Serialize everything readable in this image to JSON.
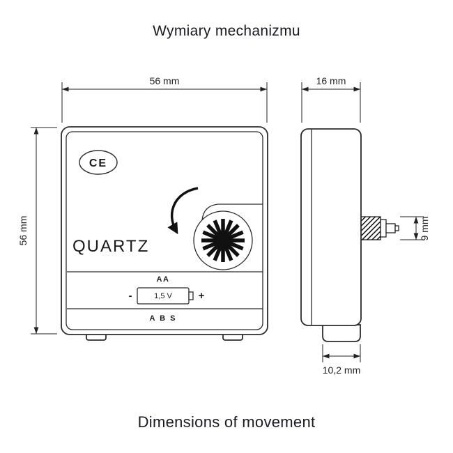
{
  "titles": {
    "top": "Wymiary mechanizmu",
    "bottom": "Dimensions of movement"
  },
  "dims": {
    "front_width": "56 mm",
    "front_height": "56 mm",
    "side_depth": "16 mm",
    "shaft_height": "9 mm",
    "base_depth": "10,2 mm"
  },
  "front": {
    "ce": "CE",
    "brand": "QUARTZ",
    "battery_type": "AA",
    "battery_voltage": "1,5 V",
    "minus": "-",
    "plus": "+",
    "material": "A B S"
  },
  "colors": {
    "line": "#2b2b2b",
    "text": "#1a1a24",
    "background": "#ffffff"
  }
}
